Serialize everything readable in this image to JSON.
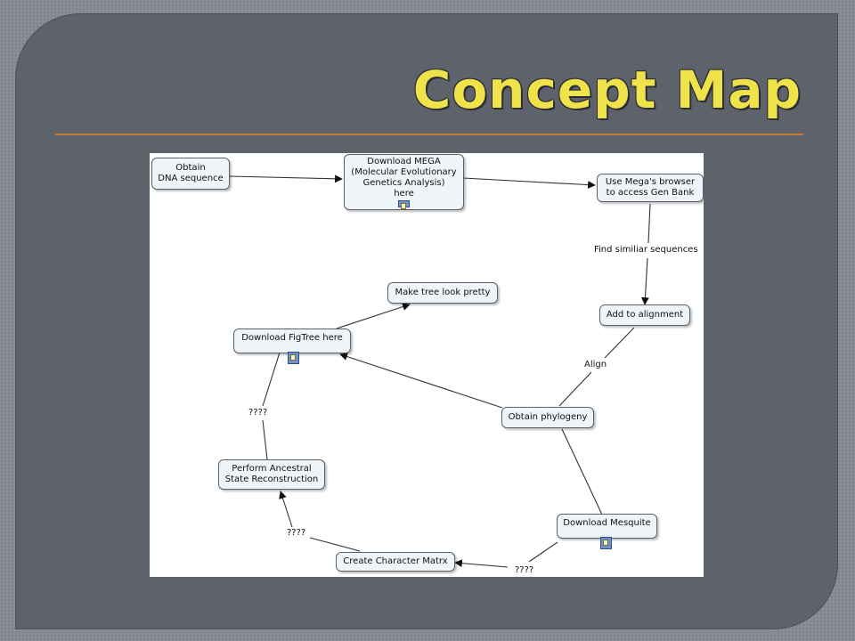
{
  "slide": {
    "title": "Concept Map"
  },
  "colors": {
    "title_fill": "#efe24a",
    "panel": "#5d626b",
    "rule": "#c7793a",
    "node_fill": "#eef4f8"
  },
  "nodes": {
    "obtain_dna": "Obtain\nDNA sequence",
    "download_mega": "Download MEGA\n(Molecular Evolutionary\nGenetics Analysis)\nhere",
    "mega_browser": "Use Mega's browser\nto access Gen Bank",
    "add_alignment": "Add to alignment",
    "obtain_phylogeny": "Obtain phylogeny",
    "download_figtree": "Download FigTree here",
    "make_tree_pretty": "Make tree look pretty",
    "ancestral_state": "Perform Ancestral\nState Reconstruction",
    "download_mesquite": "Download Mesquite",
    "character_matrix": "Create Character Matrx"
  },
  "edge_labels": {
    "find_similar": "Find similiar sequences",
    "align": "Align",
    "q_figtree": "????",
    "q_ancestral": "????",
    "q_matrix": "????"
  },
  "icons": {
    "attachment": "document-icon"
  }
}
